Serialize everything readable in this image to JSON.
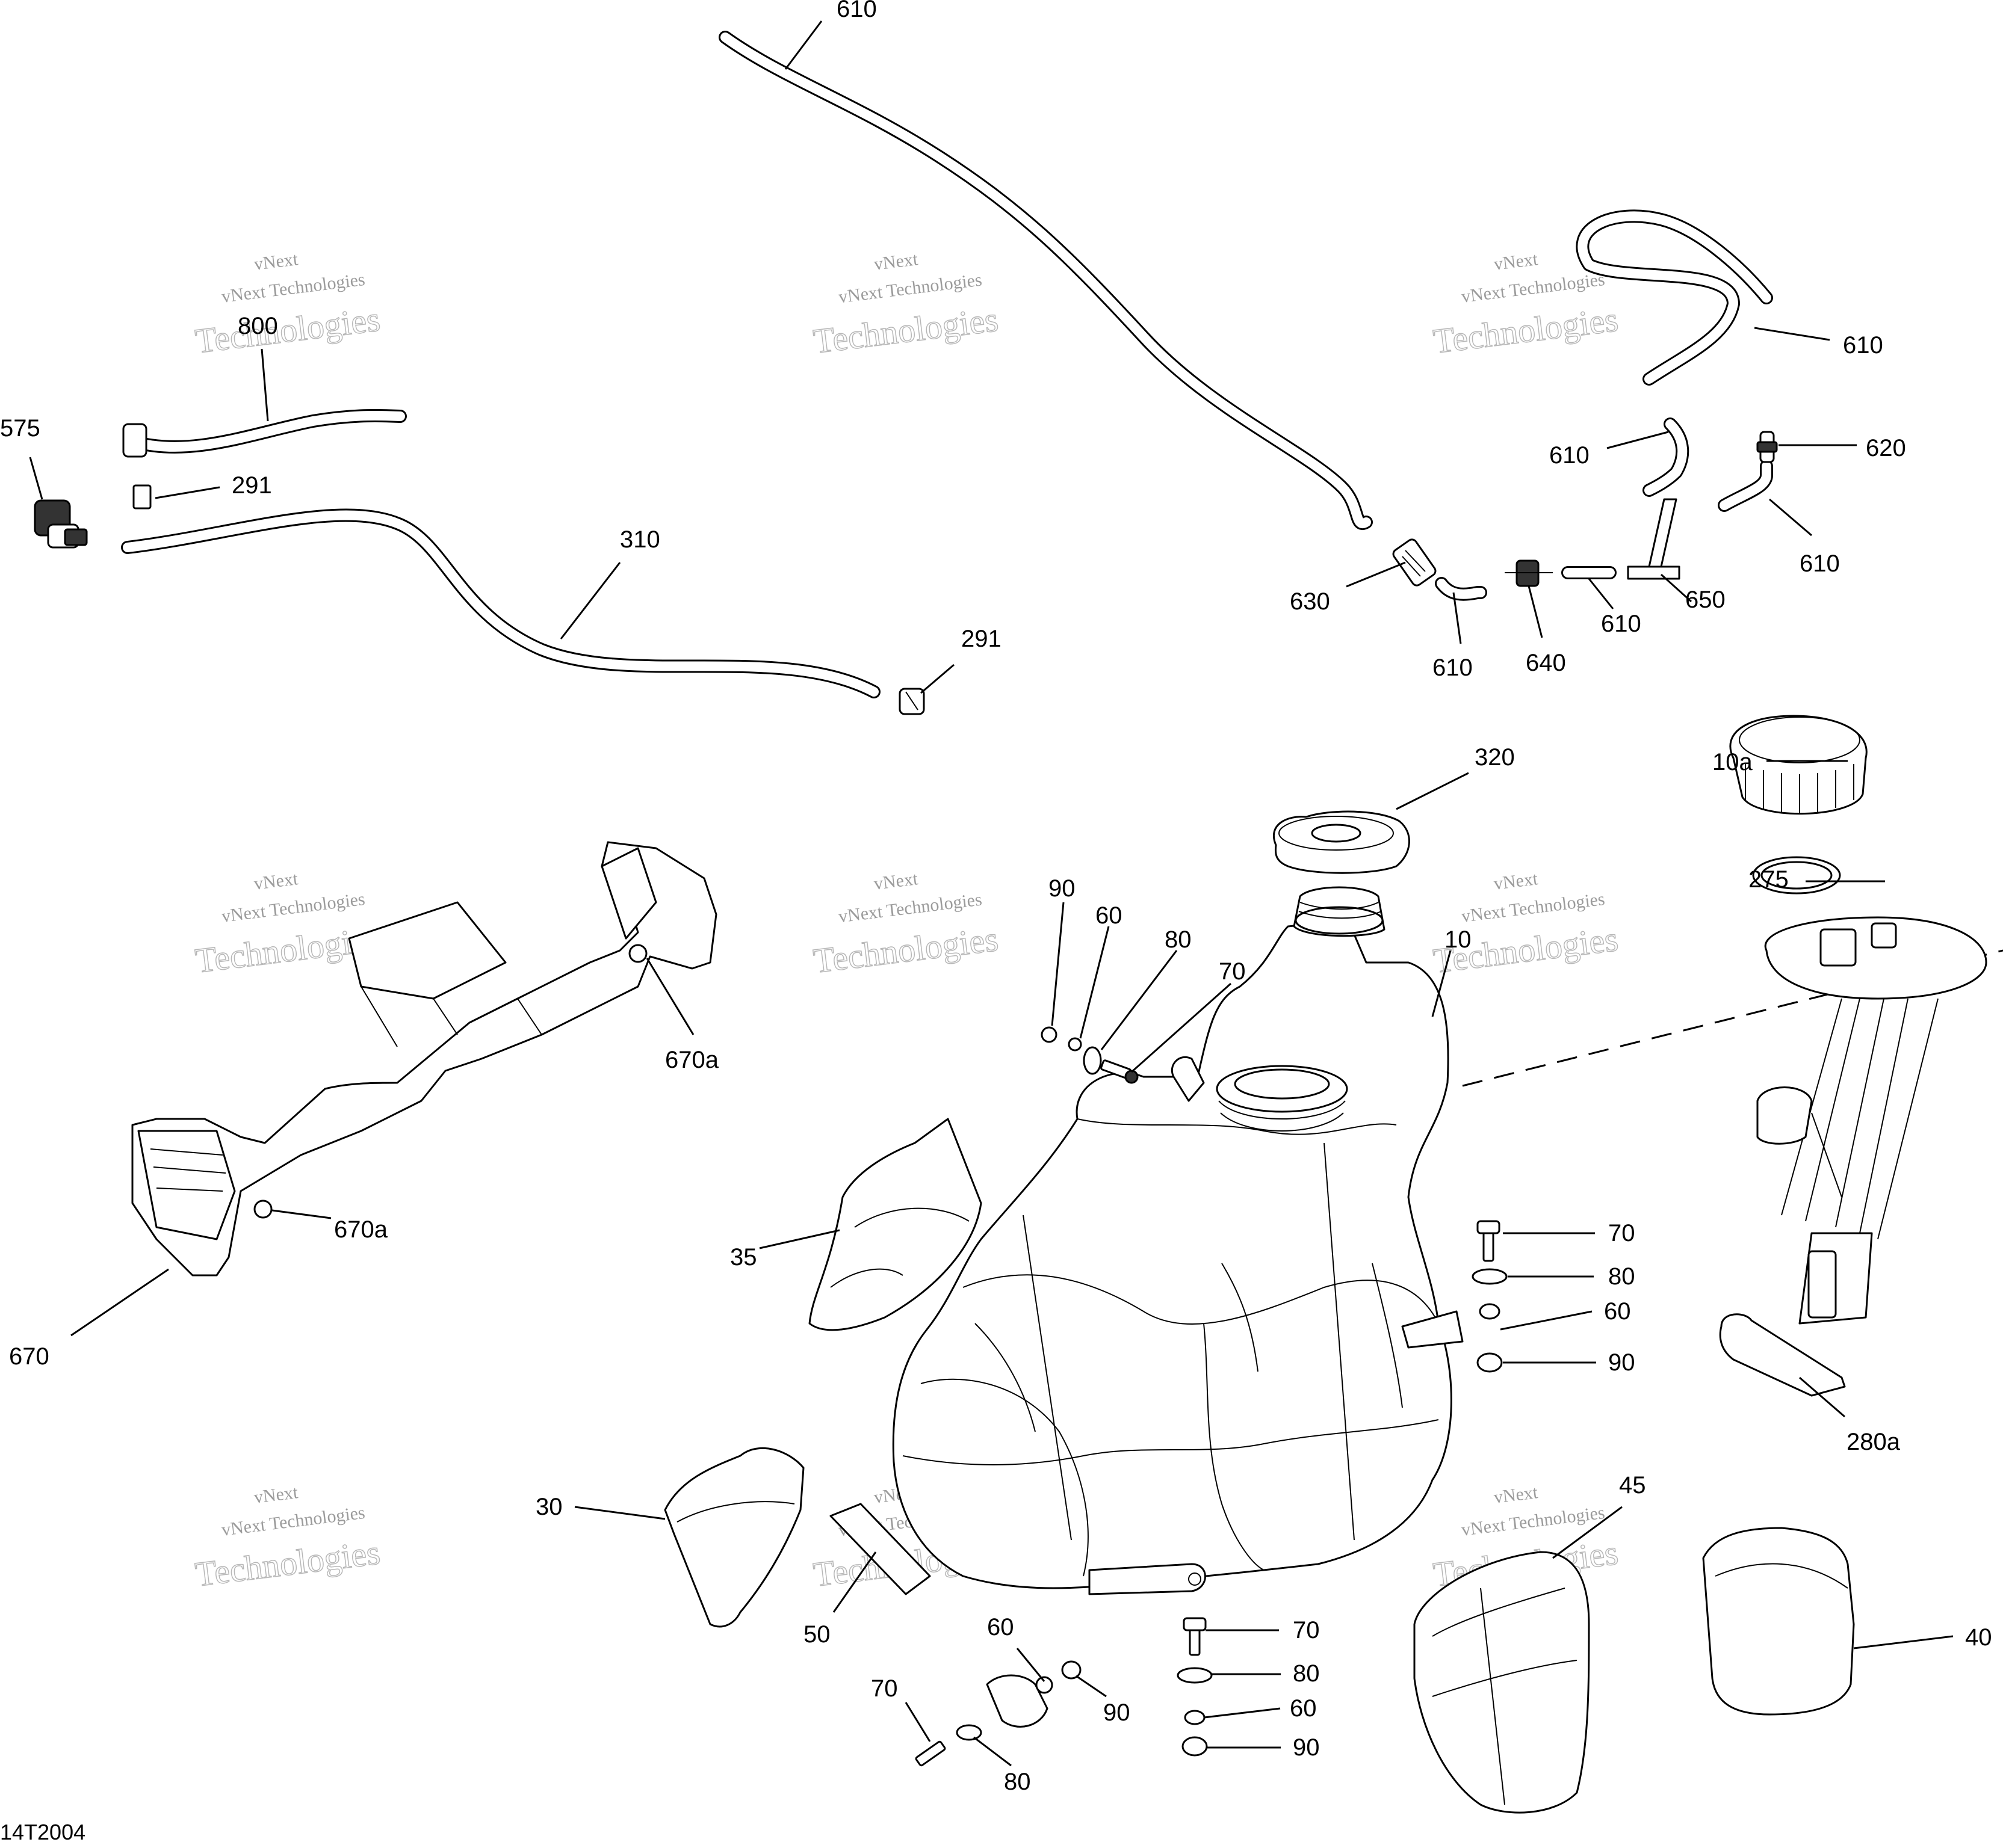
{
  "diagram_code": "14T2004",
  "watermark": {
    "line1": "vNext",
    "line2": "vNext Technologies",
    "line3": "Technologies"
  },
  "callouts": {
    "c610_top": "610",
    "c800": "800",
    "c575": "575",
    "c291_a": "291",
    "c310": "310",
    "c291_b": "291",
    "c610_loop": "610",
    "c610_a": "610",
    "c620": "620",
    "c630": "630",
    "c610_b": "610",
    "c640": "640",
    "c610_c": "610",
    "c650": "650",
    "c610_d": "610",
    "c320": "320",
    "c10a": "10a",
    "c275": "275",
    "c10": "10",
    "c90_top": "90",
    "c60_top": "60",
    "c80_top": "80",
    "c70_top": "70",
    "c670a_top": "670a",
    "c670a_b": "670a",
    "c670": "670",
    "c35": "35",
    "c70_r": "70",
    "c80_r": "80",
    "c60_r": "60",
    "c90_r": "90",
    "c280a": "280a",
    "c30": "30",
    "c45": "45",
    "c40": "40",
    "c50": "50",
    "c60_bl": "60",
    "c70_bl": "70",
    "c90_bl": "90",
    "c80_bl": "80",
    "c70_bc": "70",
    "c80_bc": "80",
    "c60_bc": "60",
    "c90_bc": "90"
  }
}
